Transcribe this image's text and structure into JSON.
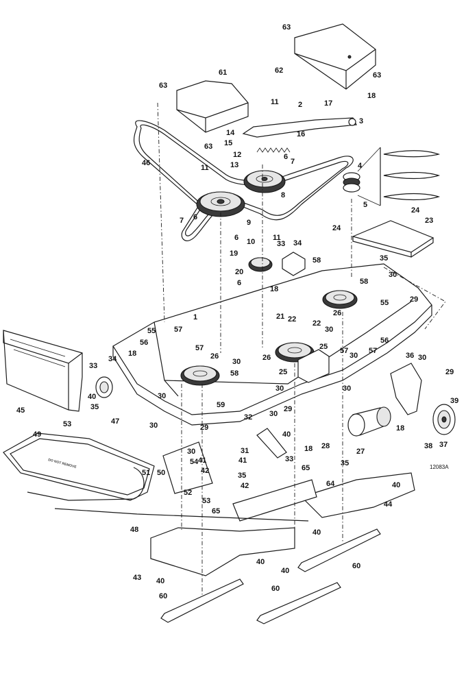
{
  "figure_id": "12083A",
  "decal_text": "DO NOT REMOVE",
  "callouts": [
    "1",
    "2",
    "3",
    "4",
    "5",
    "6",
    "7",
    "8",
    "9",
    "10",
    "11",
    "12",
    "13",
    "14",
    "15",
    "16",
    "17",
    "18",
    "19",
    "20",
    "21",
    "22",
    "23",
    "24",
    "25",
    "26",
    "27",
    "28",
    "29",
    "30",
    "31",
    "32",
    "33",
    "34",
    "35",
    "36",
    "37",
    "38",
    "39",
    "40",
    "41",
    "42",
    "43",
    "44",
    "45",
    "46",
    "47",
    "48",
    "49",
    "50",
    "51",
    "52",
    "53",
    "54",
    "55",
    "56",
    "57",
    "58",
    "59",
    "60",
    "61",
    "62",
    "63",
    "64",
    "65"
  ]
}
